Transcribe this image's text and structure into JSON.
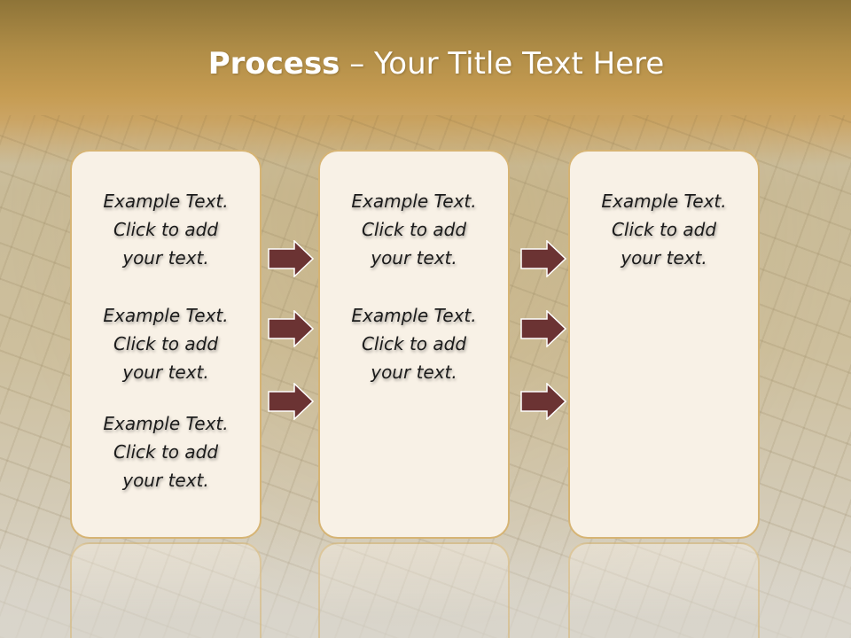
{
  "title": {
    "bold": "Process",
    "rest": "  – Your Title Text Here"
  },
  "columns": [
    {
      "items": [
        {
          "l1": "Example Text.",
          "l2": "Click  to add",
          "l3": "your text."
        },
        {
          "l1": "Example Text.",
          "l2": "Click  to add",
          "l3": "your text."
        },
        {
          "l1": "Example Text.",
          "l2": "Click  to add",
          "l3": "your text."
        }
      ]
    },
    {
      "items": [
        {
          "l1": "Example Text.",
          "l2": "Click  to add",
          "l3": "your text."
        },
        {
          "l1": "Example Text.",
          "l2": "Click  to add",
          "l3": "your text."
        }
      ]
    },
    {
      "items": [
        {
          "l1": "Example Text.",
          "l2": "Click  to add",
          "l3": "your text."
        }
      ]
    }
  ],
  "colors": {
    "arrow": "#6b3333",
    "box_fill": "#f8f1e6",
    "box_border": "#d6b474",
    "banner": "#c69c52"
  }
}
